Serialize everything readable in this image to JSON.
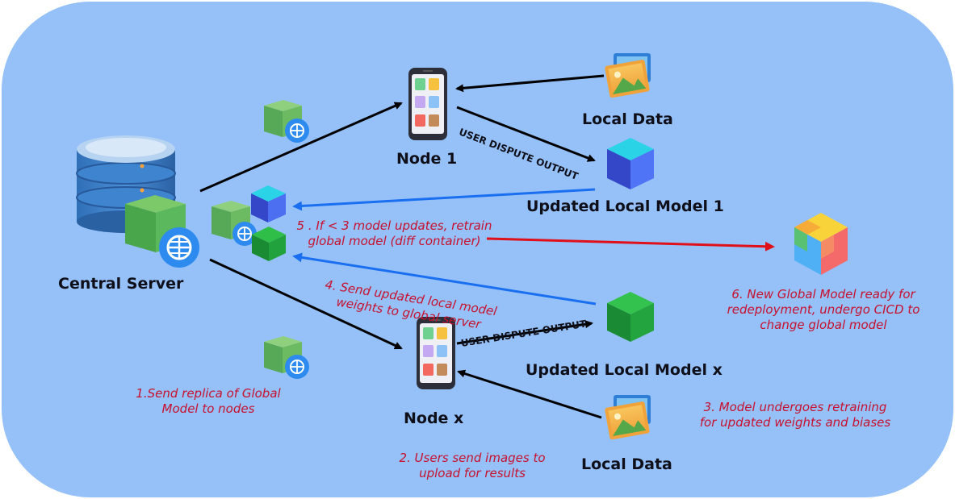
{
  "nodes": {
    "central_server": "Central Server",
    "node_1": "Node 1",
    "node_x": "Node x",
    "local_data_1": "Local Data",
    "local_data_x": "Local Data",
    "updated_model_1": "Updated Local Model 1",
    "updated_model_x": "Updated Local Model x"
  },
  "edge_labels": {
    "dispute_1": "USER DISPUTE OUTPUT",
    "dispute_x": "USER DISPUTE OUTPUT"
  },
  "notes": {
    "step1": [
      "1.Send  replica of Global",
      "Model to nodes"
    ],
    "step2": [
      "2. Users send images to",
      "upload for results"
    ],
    "step3": [
      "3. Model  undergoes retraining",
      "for updated weights and biases"
    ],
    "step4": [
      "4. Send updated local model",
      "weights to global server"
    ],
    "step5": [
      "5 . If < 3 model updates, retrain",
      "global model (diff container)"
    ],
    "step6": [
      "6. New Global Model ready for",
      "redeployment, undergo CICD to",
      "change global model"
    ]
  },
  "colors": {
    "background": "#95c1f8",
    "arrow_black": "#000000",
    "arrow_blue": "#1a6ff0",
    "arrow_red": "#e0101a",
    "note_text": "#c8102e",
    "container_green": "#5cb85c",
    "cube_blue": "#3d5be0",
    "cube_cyan": "#2ad3e6"
  },
  "icons": [
    "database-icon",
    "container-globe-icon",
    "phone-icon",
    "image-icon",
    "cube-icon",
    "colorful-cube-icon"
  ]
}
